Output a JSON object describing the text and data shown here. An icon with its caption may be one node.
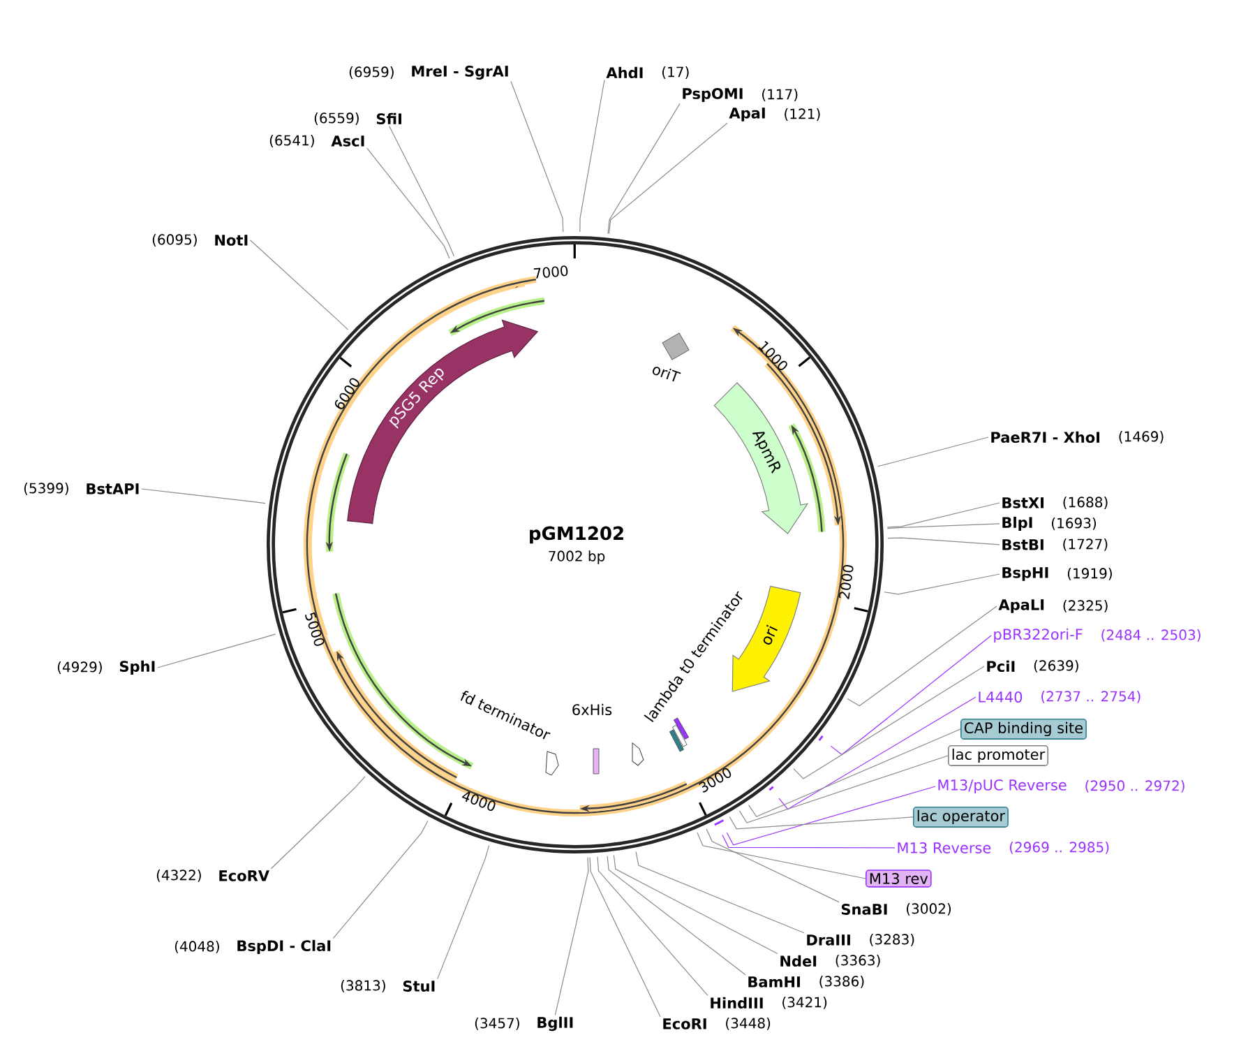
{
  "diagram": {
    "title": "pGM1202",
    "nodes": [
      {
        "text": [
          "MreI - SgrAI"
        ],
        "beside": [
          "(6959)"
        ]
      },
      {
        "text": [
          "AhdI"
        ],
        "beside": [
          "(17)"
        ]
      },
      {
        "text": [
          "PspOMI"
        ],
        "beside": [
          "(117)"
        ]
      },
      {
        "text": [
          "ApaI"
        ],
        "beside": [
          "(121)"
        ]
      },
      {
        "text": [
          "SfiI"
        ],
        "beside": [
          "(6559)"
        ]
      },
      {
        "text": [
          "AscI"
        ],
        "beside": [
          "(6541)"
        ]
      },
      {
        "text": [
          "NotI"
        ],
        "beside": [
          "(6095)"
        ]
      },
      {
        "text": [
          "pSG5 Rep"
        ]
      },
      {
        "text": [
          "oriT"
        ]
      },
      {
        "text": [
          "ApmR"
        ]
      },
      {
        "text": [
          "PaeR7I - XhoI"
        ],
        "beside": [
          "(1469)"
        ]
      },
      {
        "text": [
          "BstXI"
        ],
        "beside": [
          "(1688)"
        ]
      },
      {
        "text": [
          "BlpI"
        ],
        "beside": [
          "(1693)"
        ]
      },
      {
        "text": [
          "BstBI"
        ],
        "beside": [
          "(1727)"
        ]
      },
      {
        "text": [
          "BspHI"
        ],
        "beside": [
          "(1919)"
        ]
      },
      {
        "text": [
          "ApaLI"
        ],
        "beside": [
          "(2325)"
        ]
      },
      {
        "text": [
          "pBR322ori-F"
        ],
        "beside": [
          "(2484 .. 2503)"
        ]
      },
      {
        "text": [
          "PciI"
        ],
        "beside": [
          "(2639)"
        ]
      },
      {
        "text": [
          "L4440"
        ],
        "beside": [
          "(2737 .. 2754)"
        ]
      },
      {
        "text": [
          "CAP binding site"
        ]
      },
      {
        "text": [
          "lac promoter"
        ]
      },
      {
        "text": [
          "M13/pUC Reverse"
        ],
        "beside": [
          "(2950 .. 2972)"
        ]
      },
      {
        "text": [
          "lac operator"
        ]
      },
      {
        "text": [
          "M13 Reverse"
        ],
        "beside": [
          "(2969 .. 2985)"
        ]
      },
      {
        "text": [
          "M13 rev"
        ]
      },
      {
        "text": [
          "SnaBI"
        ],
        "beside": [
          "(3002)"
        ]
      },
      {
        "text": [
          "DraIII"
        ],
        "beside": [
          "(3283)"
        ]
      },
      {
        "text": [
          "NdeI"
        ],
        "beside": [
          "(3363)"
        ]
      },
      {
        "text": [
          "BamHI"
        ],
        "beside": [
          "(3386)"
        ]
      },
      {
        "text": [
          "HindIII"
        ],
        "beside": [
          "(3421)"
        ]
      },
      {
        "text": [
          "EcoRI"
        ],
        "beside": [
          "(3448)"
        ]
      },
      {
        "text": [
          "BglII"
        ],
        "beside": [
          "(3457)"
        ]
      },
      {
        "text": [
          "StuI"
        ],
        "beside": [
          "(3813)"
        ]
      },
      {
        "text": [
          "BspDI - ClaI"
        ],
        "beside": [
          "(4048)"
        ]
      },
      {
        "text": [
          "EcoRV"
        ],
        "beside": [
          "(4322)"
        ]
      },
      {
        "text": [
          "SphI"
        ],
        "beside": [
          "(4929)"
        ]
      },
      {
        "text": [
          "BstAPI"
        ],
        "beside": [
          "(5399)"
        ]
      },
      {
        "text": [
          "ori"
        ]
      },
      {
        "text": [
          "lambda t0 terminator"
        ]
      },
      {
        "text": [
          "6xHis"
        ]
      },
      {
        "text": [
          "fd terminator"
        ]
      }
    ],
    "edges": [
      {
        "from": 0,
        "to": null,
        "arrow": "none"
      },
      {
        "from": 1,
        "to": null,
        "arrow": "none"
      },
      {
        "from": 2,
        "to": null,
        "arrow": "none"
      },
      {
        "from": 3,
        "to": null,
        "arrow": "none"
      },
      {
        "from": 4,
        "to": null,
        "arrow": "none"
      },
      {
        "from": 5,
        "to": null,
        "arrow": "none"
      },
      {
        "from": 6,
        "to": null,
        "arrow": "none"
      },
      {
        "from": 10,
        "to": null,
        "arrow": "none"
      },
      {
        "from": 11,
        "to": null,
        "arrow": "none"
      },
      {
        "from": 12,
        "to": null,
        "arrow": "none"
      },
      {
        "from": 13,
        "to": null,
        "arrow": "none"
      },
      {
        "from": 14,
        "to": null,
        "arrow": "none"
      },
      {
        "from": 15,
        "to": null,
        "arrow": "none"
      },
      {
        "from": 16,
        "to": null,
        "arrow": "none",
        "color": "#9933ff"
      },
      {
        "from": 17,
        "to": null,
        "arrow": "none"
      },
      {
        "from": 18,
        "to": null,
        "arrow": "none",
        "color": "#9933ff"
      },
      {
        "from": 19,
        "to": null,
        "arrow": "none"
      },
      {
        "from": 20,
        "to": null,
        "arrow": "none"
      },
      {
        "from": 21,
        "to": null,
        "arrow": "none",
        "color": "#9933ff"
      },
      {
        "from": 22,
        "to": null,
        "arrow": "none"
      },
      {
        "from": 23,
        "to": null,
        "arrow": "none",
        "color": "#9933ff"
      },
      {
        "from": 24,
        "to": null,
        "arrow": "none"
      },
      {
        "from": 25,
        "to": null,
        "arrow": "none"
      },
      {
        "from": 26,
        "to": null,
        "arrow": "none"
      },
      {
        "from": 27,
        "to": null,
        "arrow": "none"
      },
      {
        "from": 28,
        "to": null,
        "arrow": "none"
      },
      {
        "from": 29,
        "to": null,
        "arrow": "none"
      },
      {
        "from": 30,
        "to": null,
        "arrow": "none"
      },
      {
        "from": 31,
        "to": null,
        "arrow": "none"
      },
      {
        "from": 32,
        "to": null,
        "arrow": "none"
      },
      {
        "from": 33,
        "to": null,
        "arrow": "none"
      },
      {
        "from": 34,
        "to": null,
        "arrow": "none"
      },
      {
        "from": 35,
        "to": null,
        "arrow": "none"
      },
      {
        "from": 36,
        "to": null,
        "arrow": "none"
      }
    ],
    "labels": [
      "7002 bp",
      "7000",
      "1000",
      "2000",
      "3000",
      "4000",
      "5000",
      "6000"
    ]
  }
}
